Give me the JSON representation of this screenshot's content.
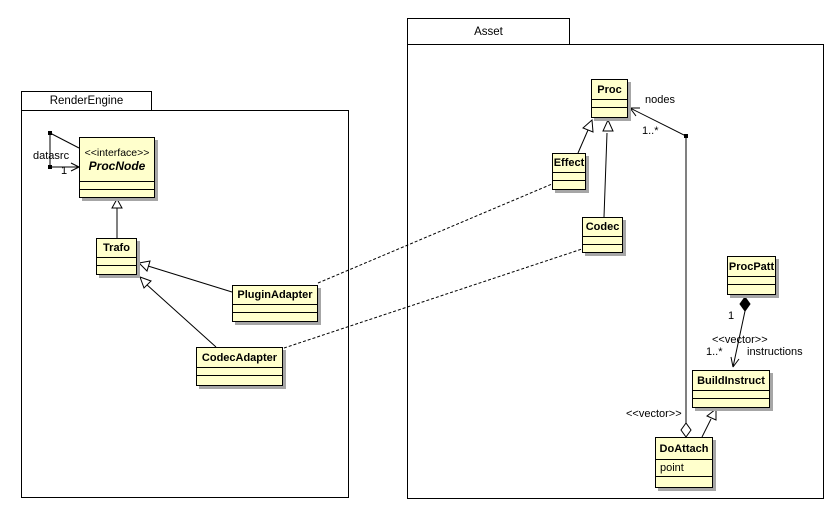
{
  "packages": {
    "renderengine": {
      "name": "RenderEngine"
    },
    "asset": {
      "name": "Asset"
    }
  },
  "classes": {
    "procnode": {
      "stereotype": "<<interface>>",
      "name": "ProcNode"
    },
    "trafo": {
      "name": "Trafo"
    },
    "pluginadapter": {
      "name": "PluginAdapter"
    },
    "codecadapter": {
      "name": "CodecAdapter"
    },
    "proc": {
      "name": "Proc"
    },
    "effect": {
      "name": "Effect"
    },
    "codec": {
      "name": "Codec"
    },
    "procpatt": {
      "name": "ProcPatt"
    },
    "buildinstruct": {
      "name": "BuildInstruct"
    },
    "doattach": {
      "name": "DoAttach",
      "attributes": [
        "point"
      ]
    }
  },
  "associations": {
    "datasrc": {
      "name": "datasrc",
      "multiplicity": "1"
    },
    "nodes": {
      "name": "nodes",
      "multiplicity": "1..*",
      "stereotype": "<<vector>>"
    },
    "instructions": {
      "name": "instructions",
      "source_multiplicity": "1",
      "multiplicity": "1..*",
      "stereotype": "<<vector>>"
    }
  },
  "colors": {
    "class_fill": "#FFFFCC",
    "border": "#000000",
    "shadow": "#A6A6A6",
    "background": "#FFFFFF"
  }
}
